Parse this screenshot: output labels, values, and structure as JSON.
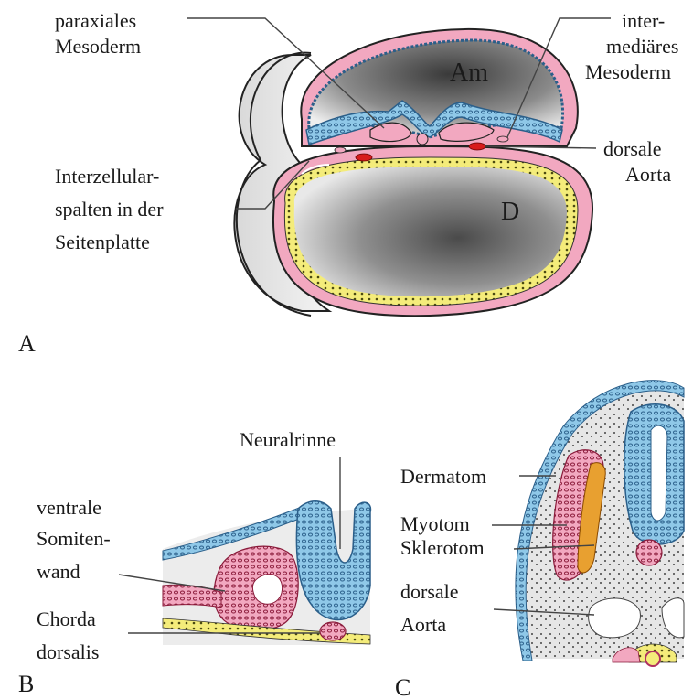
{
  "panels": {
    "A": {
      "letter": "A",
      "cavity_amnion": "Am",
      "cavity_yolk": "D",
      "labels": {
        "paraxial_1": "paraxiales",
        "paraxial_2": "Mesoderm",
        "intermediate_1": "inter-",
        "intermediate_2": "mediäres",
        "intermediate_3": "Mesoderm",
        "aorta_1": "dorsale",
        "aorta_2": "Aorta",
        "spaces_1": "Interzellular-",
        "spaces_2": "spalten in der",
        "spaces_3": "Seitenplatte"
      }
    },
    "B": {
      "letter": "B",
      "labels": {
        "neural": "Neuralrinne",
        "ventral_1": "ventrale",
        "ventral_2": "Somiten-",
        "ventral_3": "wand",
        "chorda_1": "Chorda",
        "chorda_2": "dorsalis"
      }
    },
    "C": {
      "letter": "C",
      "labels": {
        "dermatom": "Dermatom",
        "myotom": "Myotom",
        "sklerotom": "Sklerotom",
        "aorta_1": "dorsale",
        "aorta_2": "Aorta"
      }
    }
  },
  "colors": {
    "ectoderm": "#8fc8e8",
    "ectoderm_dots": "#2b5f8a",
    "mesoderm": "#f2a8c0",
    "mesoderm_dark": "#b03060",
    "endoderm": "#f4ec7a",
    "endoderm_dots": "#4a4a10",
    "blood": "#d81c1c",
    "myotome": "#e8a030",
    "mesenchyme": "#e6e6e6"
  }
}
